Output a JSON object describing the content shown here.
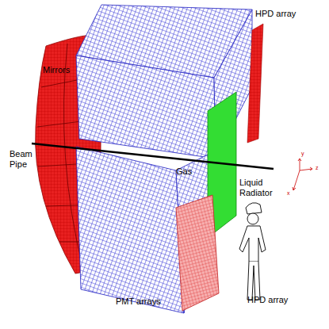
{
  "diagram": {
    "labels": [
      "HPD array",
      "Mirrors",
      "Beam Pipe",
      "Gas",
      "Liquid Radiator",
      "PMT arrays",
      "HPD array",
      "y",
      "z",
      "x"
    ]
  }
}
